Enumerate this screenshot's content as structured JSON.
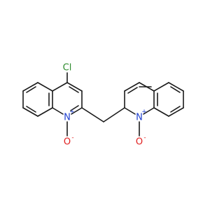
{
  "structure": {
    "atoms": {
      "chlorine": {
        "label": "Cl",
        "color": "#2e8b2e"
      },
      "nitrogen_left": {
        "label": "N",
        "charge": "+",
        "color": "#1e3fd0"
      },
      "oxygen_left": {
        "label": "O",
        "charge": "-",
        "color": "#e02020"
      },
      "nitrogen_right": {
        "label": "N",
        "charge": "+",
        "color": "#1e3fd0"
      },
      "oxygen_right": {
        "label": "O",
        "charge": "-",
        "color": "#e02020"
      }
    },
    "bond_color": "#1a1a1a"
  }
}
